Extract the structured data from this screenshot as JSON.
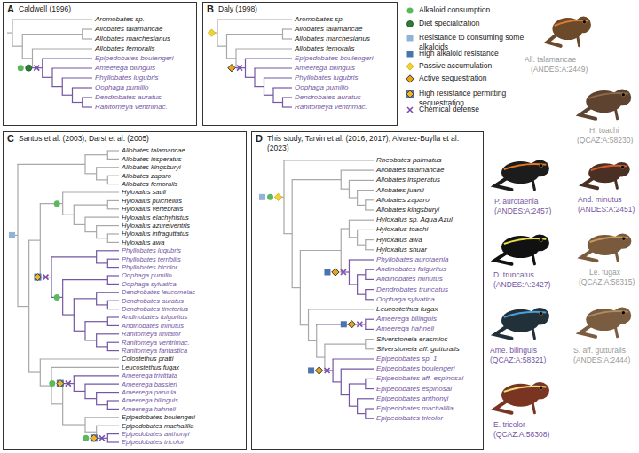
{
  "diagram": {
    "nodes": [
      {
        "text": [
          "A",
          "Caldwell (1996)"
        ]
      },
      {
        "text": [
          "B",
          "Daly (1998)"
        ]
      },
      {
        "text": [
          "C",
          "Santos et al. (2003), Darst et al. (2005)"
        ]
      },
      {
        "text": [
          "D",
          "This study, Tarvin et al. (2016, 2017), Alvarez-Buylla et al. (2023)"
        ]
      }
    ],
    "edges": [],
    "labels": [
      "Aromobates sp.",
      "Allobates talamancae",
      "Allobates marchesianus",
      "Allobates femoralis",
      "Epipedobates boulengeri",
      "Ameerega bilinguis",
      "Phyllobates lugubris",
      "Oophaga pumilio",
      "Dendrobates auratus",
      "Ranitomeya ventrimac.",
      "Aromobates sp.",
      "Allobates talamancae",
      "Allobates marchesianus",
      "Allobates femoralis",
      "Epipedobates boulengeri",
      "Ameerega bilinguis",
      "Phyllobates lugubris",
      "Oophaga pumilio",
      "Dendrobates auratus",
      "Ranitomeya ventrimac.",
      "Allobates talamancae",
      "Allobates insperatus",
      "Allobates kingsburyi",
      "Allobates zaparo",
      "Allobates femoralis",
      "Hyloxalus sauli",
      "Hyloxalus pulchellus",
      "Hyloxalus vertebralis",
      "Hyloxalus elachyhistus",
      "Hyloxalus azureiventris",
      "Hyloxalus infraguttatus",
      "Hyloxalus awa",
      "Phyllobates lugubris",
      "Phyllobates terribilis",
      "Phyllobates bicolor",
      "Oophaga pumilio",
      "Oophaga sylvatica",
      "Dendrobates leucomelas",
      "Dendrobates auratus",
      "Dendrobates tinctorius",
      "Andinobates fulguritus",
      "Andinobates minutus",
      "Ranitomeya imitator",
      "Ranitomeya ventrimac.",
      "Ranitomeya fantastica",
      "Colostethus pratti",
      "Leucostethus fugax",
      "Ameerega trivittata",
      "Ameerega bassleri",
      "Ameerega parvula",
      "Ameerega bilinguis",
      "Ameerega hahneli",
      "Epipedobates boulengeri",
      "Epipedobates machalilla",
      "Epipedobates anthonyi",
      "Epipedobates tricolor",
      "Rheobates palmatus",
      "Allobates talamancae",
      "Allobates insperatus",
      "Allobates juanii",
      "Allobates zaparo",
      "Allobates kingsburyi",
      "Hyloxalus sp. Agua Azul",
      "Hyloxalus toachi",
      "Hyloxalus awa",
      "Hyloxalus shuar",
      "Phyllobates aurotaenia",
      "Andinobates fulguritus",
      "Andinobates minutus",
      "Dendrobates truncatus",
      "Oophaga sylvatica",
      "Leucostethus fugax",
      "Ameerega bilinguis",
      "Ameerega hahneli",
      "Silverstoneia erasmios",
      "Silverstoneia aff. gutturalis",
      "Epipedobates sp. 1",
      "Epipedobates boulengeri",
      "Epipedobates aff. espinosai",
      "Epipedobates espinosai",
      "Epipedobates anthonyi",
      "Epipedobates machalilla",
      "Epipedobates tricolor",
      "All. talamancae",
      "(ANDES:A:2449)",
      "H. toachi",
      "(QCAZ:A:58230)",
      "P. aurotaenia",
      "(ANDES:A:2457)",
      "And. minutus",
      "(ANDES:A:2451)",
      "D. truncatus",
      "(ANDES:A:2427)",
      "Le. fugax",
      "(QCAZ:A:58315)",
      "Ame. bilinguis",
      "(QCAZ:A:58321)",
      "S. aff. gutturalis",
      "(ANDES:A:2444)",
      "E. tricolor",
      "(QCAZ:A:58308)"
    ],
    "legend": [
      {
        "text": "Alkaloid consumption",
        "color": "#5cb85c"
      },
      {
        "text": "Diet specialization",
        "color": "#2e7d32"
      },
      {
        "text": "Resistance to consuming some alkaloids",
        "color": "#8fb4dc"
      },
      {
        "text": "High alkaloid resistance",
        "color": "#4a74ad"
      },
      {
        "text": "Passive accumulation",
        "color": "#f2d22e"
      },
      {
        "text": "Active sequestration",
        "color": "#e8a317"
      },
      {
        "text": "High resistance permitting sequestration",
        "color": "#f0b429"
      },
      {
        "text": "Chemical defense",
        "color": "#7b4fa8"
      }
    ]
  }
}
